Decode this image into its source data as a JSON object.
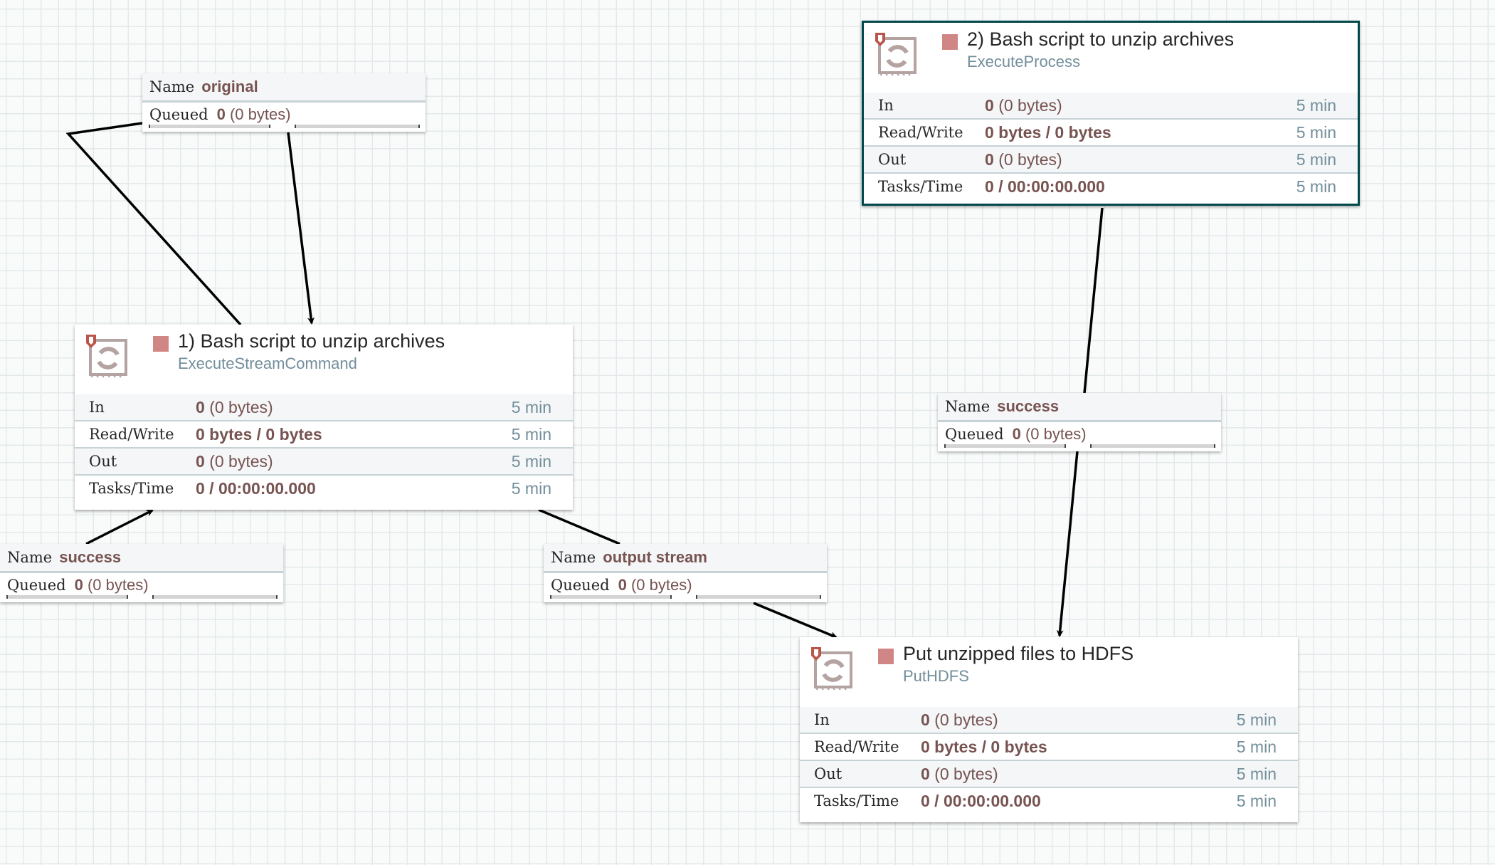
{
  "processors": [
    {
      "name": "1) Bash script to unzip archives",
      "type": "ExecuteStreamCommand",
      "status": "stopped",
      "selected": false,
      "stats": [
        {
          "label": "In",
          "count": "0",
          "detail": "(0 bytes)",
          "time": "5 min"
        },
        {
          "label": "Read/Write",
          "count": "0 bytes / 0 bytes",
          "detail": "",
          "time": "5 min"
        },
        {
          "label": "Out",
          "count": "0",
          "detail": "(0 bytes)",
          "time": "5 min"
        },
        {
          "label": "Tasks/Time",
          "count": "0 / 00:00:00.000",
          "detail": "",
          "time": "5 min"
        }
      ]
    },
    {
      "name": "2) Bash script to unzip archives",
      "type": "ExecuteProcess",
      "status": "stopped",
      "selected": true,
      "stats": [
        {
          "label": "In",
          "count": "0",
          "detail": "(0 bytes)",
          "time": "5 min"
        },
        {
          "label": "Read/Write",
          "count": "0 bytes / 0 bytes",
          "detail": "",
          "time": "5 min"
        },
        {
          "label": "Out",
          "count": "0",
          "detail": "(0 bytes)",
          "time": "5 min"
        },
        {
          "label": "Tasks/Time",
          "count": "0 / 00:00:00.000",
          "detail": "",
          "time": "5 min"
        }
      ]
    },
    {
      "name": "Put unzipped files to HDFS",
      "type": "PutHDFS",
      "status": "stopped",
      "selected": false,
      "stats": [
        {
          "label": "In",
          "count": "0",
          "detail": "(0 bytes)",
          "time": "5 min"
        },
        {
          "label": "Read/Write",
          "count": "0 bytes / 0 bytes",
          "detail": "",
          "time": "5 min"
        },
        {
          "label": "Out",
          "count": "0",
          "detail": "(0 bytes)",
          "time": "5 min"
        },
        {
          "label": "Tasks/Time",
          "count": "0 / 00:00:00.000",
          "detail": "",
          "time": "5 min"
        }
      ]
    }
  ],
  "connections": [
    {
      "name_label": "Name",
      "name": "original",
      "queued_label": "Queued",
      "count": "0",
      "size": "(0 bytes)"
    },
    {
      "name_label": "Name",
      "name": "success",
      "queued_label": "Queued",
      "count": "0",
      "size": "(0 bytes)"
    },
    {
      "name_label": "Name",
      "name": "output stream",
      "queued_label": "Queued",
      "count": "0",
      "size": "(0 bytes)"
    },
    {
      "name_label": "Name",
      "name": "success",
      "queued_label": "Queued",
      "count": "0",
      "size": "(0 bytes)"
    }
  ],
  "colors": {
    "stopped": "#d18686",
    "selected_border": "#004849",
    "value": "#775351",
    "muted": "#728e9b"
  },
  "icons": {
    "processor": "processor-icon",
    "restricted": "shield-icon",
    "status": "stop-icon"
  }
}
